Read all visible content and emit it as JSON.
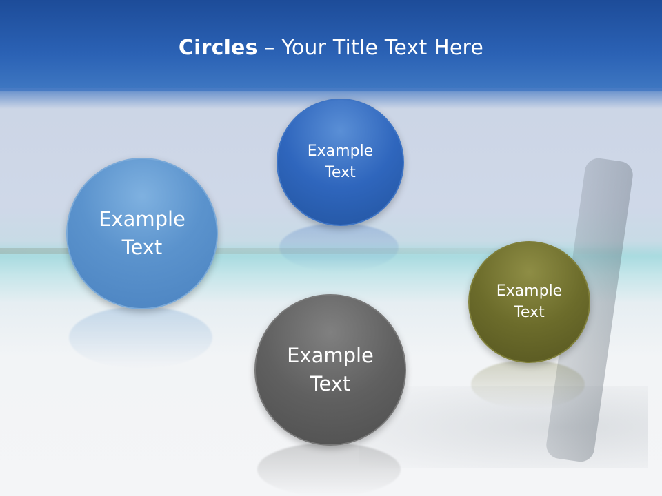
{
  "title": {
    "bold": "Circles",
    "rest": " – Your Title Text Here"
  },
  "circles": [
    {
      "label": "Example\nText",
      "color": "#5b93cd"
    },
    {
      "label": "Example\nText",
      "color": "#2f66bd"
    },
    {
      "label": "Example\nText",
      "color": "#606060"
    },
    {
      "label": "Example\nText",
      "color": "#6c6c2b"
    }
  ],
  "colors": {
    "title_band": "#2b62b5"
  }
}
